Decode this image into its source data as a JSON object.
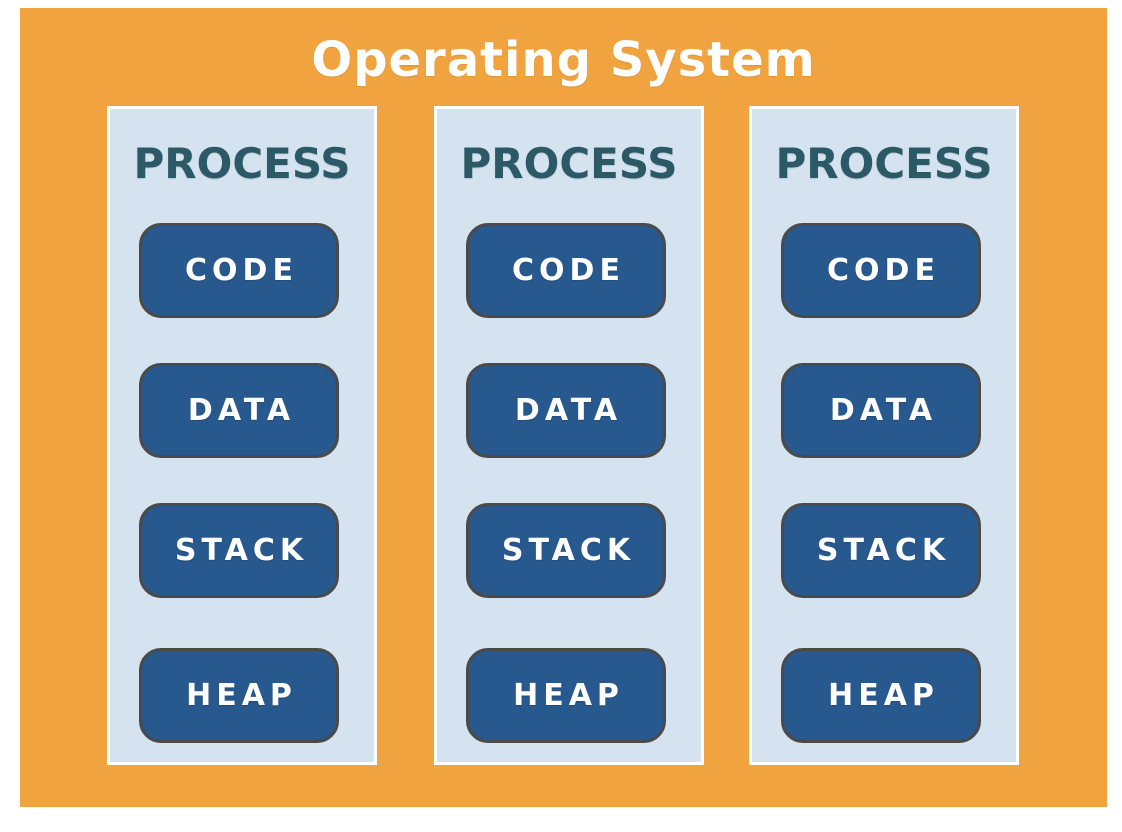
{
  "title": "Operating System",
  "colors": {
    "canvas_orange": "#F0A33E",
    "panel_blue": "#D5E2F0",
    "block_blue": "#27588E",
    "process_teal": "#2B5966",
    "block_border": "#4A4A4A",
    "text_white": "#FFFFFF"
  },
  "panels": [
    {
      "heading": "PROCESS",
      "blocks": [
        "CODE",
        "DATA",
        "STACK",
        "HEAP"
      ]
    },
    {
      "heading": "PROCESS",
      "blocks": [
        "CODE",
        "DATA",
        "STACK",
        "HEAP"
      ]
    },
    {
      "heading": "PROCESS",
      "blocks": [
        "CODE",
        "DATA",
        "STACK",
        "HEAP"
      ]
    }
  ]
}
